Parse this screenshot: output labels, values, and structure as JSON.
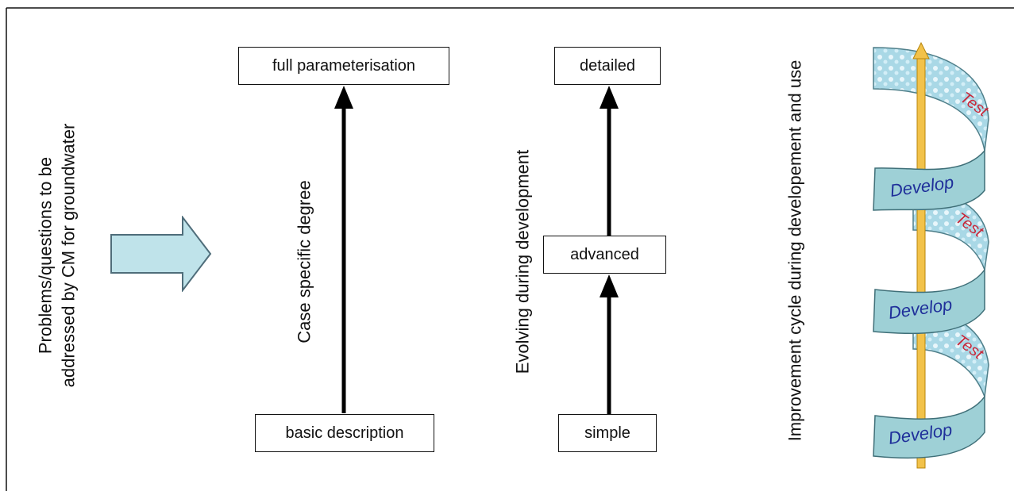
{
  "left_label": {
    "line1": "Problems/questions to be",
    "line2": "addressed by CM for groundwater"
  },
  "degree_column": {
    "top_box": "full parameterisation",
    "bottom_box": "basic description",
    "axis_label": "Case specific degree"
  },
  "evolution_column": {
    "top_box": "detailed",
    "middle_box": "advanced",
    "bottom_box": "simple",
    "axis_label": "Evolving during development"
  },
  "cycle": {
    "axis_label": "Improvement cycle during developement and use",
    "develop_label": "Develop",
    "test_label": "Test"
  },
  "colors": {
    "arrow_fill": "#bfe3ea",
    "arrow_stroke": "#4f6d7a",
    "ribbon_fill": "#9ed0d6",
    "pole": "#f2c24a",
    "develop_text": "#1f2f9a",
    "test_text": "#c8283a"
  }
}
